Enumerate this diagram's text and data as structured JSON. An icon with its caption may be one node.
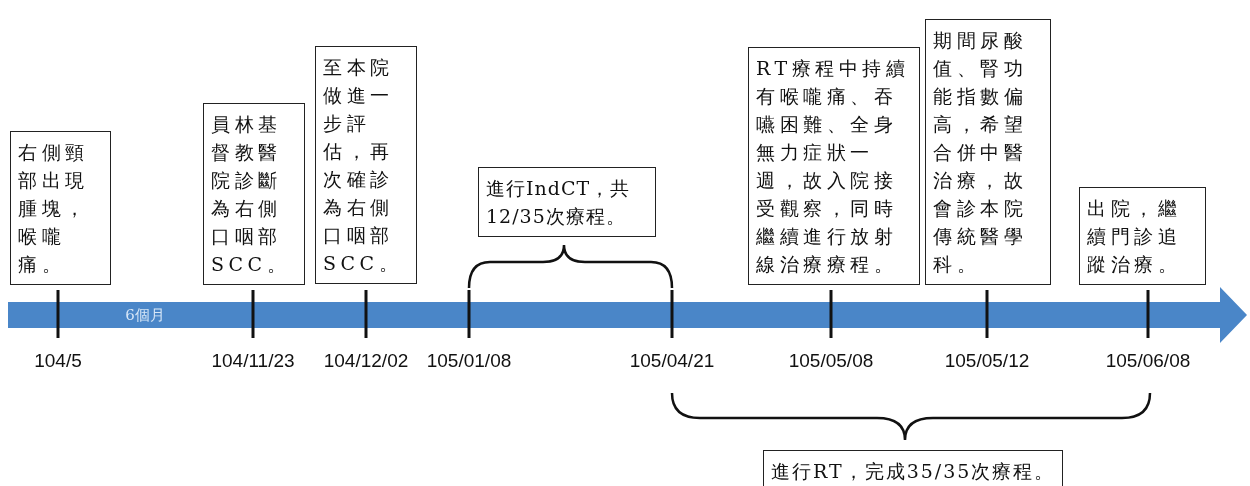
{
  "diagram": {
    "nodes": [
      {
        "text": [
          "右側頸部出現腫塊，喉嚨痛。"
        ],
        "beside": [
          "104/5"
        ]
      },
      {
        "text": [
          "員林基督教醫院診斷為右側口咽部SCC。"
        ],
        "beside": [
          "104/11/23"
        ]
      },
      {
        "text": [
          "至本院做進一步評估，再次確診為右側口咽部SCC。"
        ],
        "beside": [
          "104/12/02"
        ]
      },
      {
        "text": [
          "進行IndCT，共12/35次療程。"
        ]
      },
      {
        "text": [
          "RT療程中持續有喉嚨痛、吞嚥困難、全身無力症狀一週，故入院接受觀察，同時繼續進行放射線治療療程。"
        ],
        "beside": [
          "105/05/08"
        ]
      },
      {
        "text": [
          "期間尿酸值、腎功能指數偏高，希望合併中醫治療，故會診本院傳統醫學科。"
        ],
        "beside": [
          "105/05/12"
        ]
      },
      {
        "text": [
          "出院，繼續門診追蹤治療。"
        ],
        "beside": [
          "105/06/08"
        ]
      },
      {
        "text": [
          "進行RT，完成35/35次療程。"
        ]
      }
    ],
    "labels": [
      "6個月",
      "105/01/08",
      "105/04/21"
    ]
  }
}
